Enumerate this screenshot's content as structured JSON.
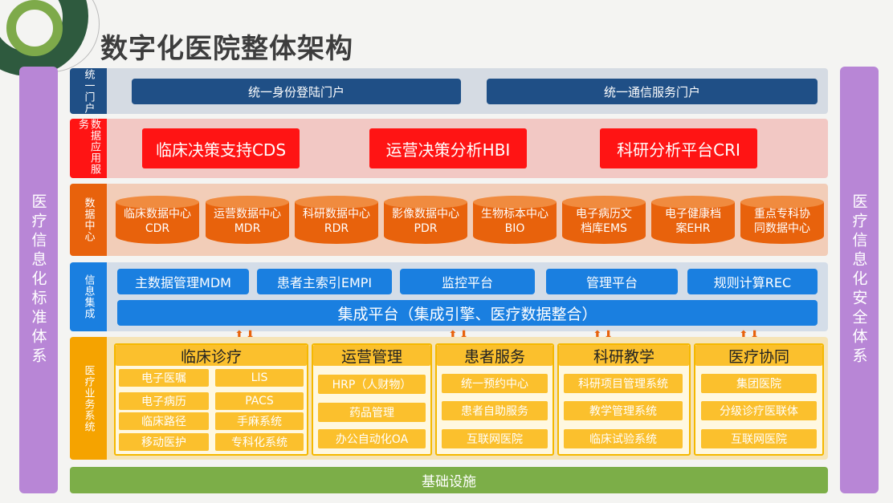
{
  "title": "数字化医院整体架构",
  "left_sidebar": "医疗信息化标准体系",
  "right_sidebar": "医疗信息化安全体系",
  "portal": {
    "tag": "统一门户",
    "items": [
      "统一身份登陆门户",
      "统一通信服务门户"
    ]
  },
  "data_app": {
    "tag": "数据应用服务",
    "items": [
      "临床决策支持CDS",
      "运营决策分析HBI",
      "科研分析平台CRI"
    ]
  },
  "data_center": {
    "tag": "数据中心",
    "items": [
      [
        "临床数据中心",
        "CDR"
      ],
      [
        "运营数据中心",
        "MDR"
      ],
      [
        "科研数据中心",
        "RDR"
      ],
      [
        "影像数据中心",
        "PDR"
      ],
      [
        "生物标本中心",
        "BIO"
      ],
      [
        "电子病历文",
        "档库EMS"
      ],
      [
        "电子健康档",
        "案EHR"
      ],
      [
        "重点专科协",
        "同数据中心"
      ]
    ]
  },
  "integration": {
    "tag": "信息集成",
    "items": [
      "主数据管理MDM",
      "患者主索引EMPI",
      "监控平台",
      "管理平台",
      "规则计算REC"
    ],
    "platform": "集成平台（集成引擎、医疗数据整合）"
  },
  "business": {
    "tag": "医疗业务系统",
    "clinical": {
      "title": "临床诊疗",
      "items": [
        "电子医嘱",
        "LIS",
        "电子病历",
        "PACS",
        "临床路径",
        "手麻系统",
        "移动医护",
        "专科化系统"
      ]
    },
    "operations": {
      "title": "运营管理",
      "items": [
        "HRP（人财物）",
        "药品管理",
        "办公自动化OA"
      ]
    },
    "patient": {
      "title": "患者服务",
      "items": [
        "统一预约中心",
        "患者自助服务",
        "互联网医院"
      ]
    },
    "research": {
      "title": "科研教学",
      "items": [
        "科研项目管理系统",
        "教学管理系统",
        "临床试验系统"
      ]
    },
    "collab": {
      "title": "医疗协同",
      "items": [
        "集团医院",
        "分级诊疗医联体",
        "互联网医院"
      ]
    }
  },
  "infrastructure": "基础设施",
  "colors": {
    "sidebar": "#b886d6",
    "navy": "#1f4f86",
    "red": "#ff1414",
    "orange": "#e8620c",
    "blue": "#1a7fe0",
    "yellow": "#fbc02d",
    "green": "#7cae48"
  }
}
